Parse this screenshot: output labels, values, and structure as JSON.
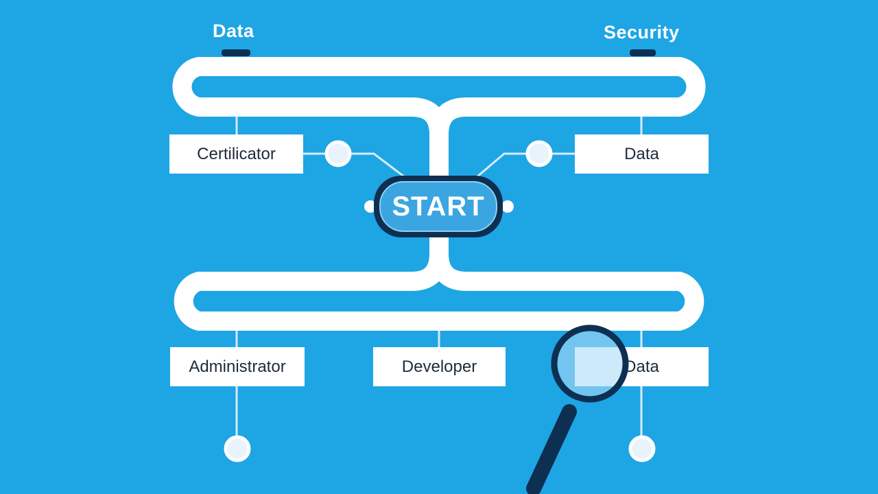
{
  "top_labels": {
    "left": "Data",
    "right": "Security"
  },
  "start": {
    "label": "START"
  },
  "boxes": [
    {
      "label": "Certilicator"
    },
    {
      "label": "Data"
    },
    {
      "label": "Administrator"
    },
    {
      "label": "Developer"
    },
    {
      "label": "Data"
    }
  ],
  "colors": {
    "background": "#1ea5e4",
    "track": "#ffffff",
    "start_border": "#0d2f52",
    "start_fill": "#3aa5e0",
    "magnifier": "#0d2f52"
  },
  "icons": [
    "magnifying-glass-icon"
  ]
}
